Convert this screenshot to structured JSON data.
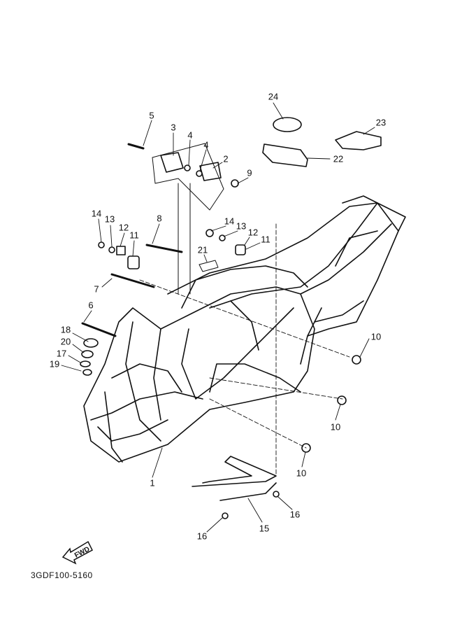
{
  "diagram": {
    "part_code": "3GDF100-5160",
    "fwd_label": "FWD",
    "callouts": [
      "5",
      "3",
      "4",
      "4",
      "2",
      "9",
      "24",
      "23",
      "22",
      "14",
      "13",
      "12",
      "11",
      "8",
      "14",
      "13",
      "12",
      "11",
      "21",
      "7",
      "6",
      "18",
      "20",
      "17",
      "19",
      "10",
      "10",
      "10",
      "1",
      "15",
      "16",
      "16"
    ]
  }
}
